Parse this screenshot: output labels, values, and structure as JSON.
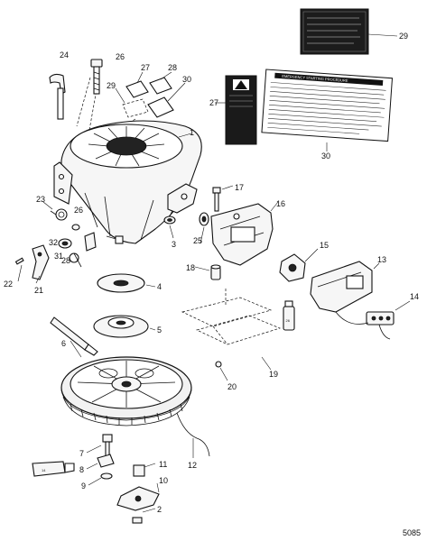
{
  "diagram": {
    "figure_number": "5085",
    "callouts": [
      {
        "id": "c1",
        "text": "1"
      },
      {
        "id": "c2",
        "text": "2"
      },
      {
        "id": "c3",
        "text": "3"
      },
      {
        "id": "c4",
        "text": "4"
      },
      {
        "id": "c5",
        "text": "5"
      },
      {
        "id": "c6",
        "text": "6"
      },
      {
        "id": "c7",
        "text": "7"
      },
      {
        "id": "c8",
        "text": "8"
      },
      {
        "id": "c9",
        "text": "9"
      },
      {
        "id": "c10",
        "text": "10"
      },
      {
        "id": "c11",
        "text": "11"
      },
      {
        "id": "c12",
        "text": "12"
      },
      {
        "id": "c13",
        "text": "13"
      },
      {
        "id": "c14",
        "text": "14"
      },
      {
        "id": "c15",
        "text": "15"
      },
      {
        "id": "c16",
        "text": "16"
      },
      {
        "id": "c17",
        "text": "17"
      },
      {
        "id": "c18",
        "text": "18"
      },
      {
        "id": "c19",
        "text": "19"
      },
      {
        "id": "c20",
        "text": "20"
      },
      {
        "id": "c21",
        "text": "21"
      },
      {
        "id": "c22",
        "text": "22"
      },
      {
        "id": "c23",
        "text": "23"
      },
      {
        "id": "c24",
        "text": "24"
      },
      {
        "id": "c25",
        "text": "25"
      },
      {
        "id": "c26",
        "text": "26"
      },
      {
        "id": "c26b",
        "text": "26"
      },
      {
        "id": "c27",
        "text": "27"
      },
      {
        "id": "c27b",
        "text": "27"
      },
      {
        "id": "c28",
        "text": "28"
      },
      {
        "id": "c28b",
        "text": "28"
      },
      {
        "id": "c29",
        "text": "29"
      },
      {
        "id": "c29b",
        "text": "29"
      },
      {
        "id": "c30",
        "text": "30"
      },
      {
        "id": "c30b",
        "text": "30"
      },
      {
        "id": "c31",
        "text": "31"
      },
      {
        "id": "c32",
        "text": "32"
      }
    ],
    "decal_30_heading": "EMERGENCY STARTING PROCEDURE",
    "tube_label_14": "14",
    "tube_label_26": "26"
  }
}
